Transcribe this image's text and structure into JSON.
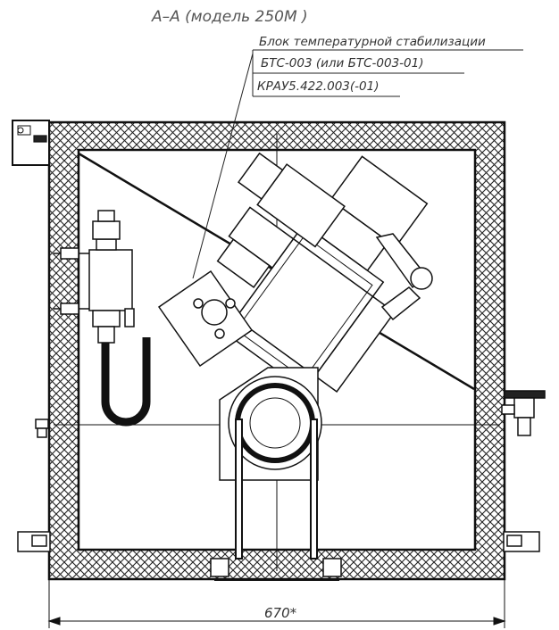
{
  "title": "А–А (модель 250М )",
  "callout": {
    "line1": "Блок температурной стабилизации",
    "line2": "БТС-003 (или БТС-003-01)",
    "line3": "КРАУ5.422.003(-01)"
  },
  "dimension": {
    "width_label": "670*"
  },
  "colors": {
    "ink": "#111111",
    "text": "#333333",
    "background": "#ffffff"
  }
}
